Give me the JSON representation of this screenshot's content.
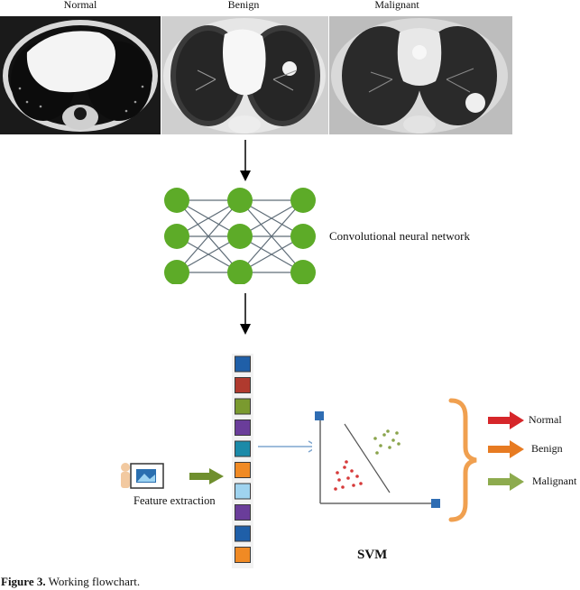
{
  "ct_images": [
    {
      "label": "Normal"
    },
    {
      "label": "Benign"
    },
    {
      "label": "Malignant"
    }
  ],
  "cnn": {
    "label": "Convolutional neural network",
    "node_color": "#5dab28"
  },
  "features": {
    "label": "Feature extraction",
    "colors": [
      "#1f5fa8",
      "#b03a2e",
      "#7a9a2f",
      "#6a3d9a",
      "#1b8aa8",
      "#f08a24",
      "#9fd3ef",
      "#6a3d9a",
      "#1f5fa8",
      "#f08a24"
    ]
  },
  "svm": {
    "label": "SVM"
  },
  "outputs": [
    {
      "label": "Normal",
      "color": "#d6262a"
    },
    {
      "label": "Benign",
      "color": "#e77b22"
    },
    {
      "label": "Malignant",
      "color": "#8dab4e"
    }
  ],
  "caption": {
    "bold": "Figure 3.",
    "text": " Working flowchart."
  }
}
